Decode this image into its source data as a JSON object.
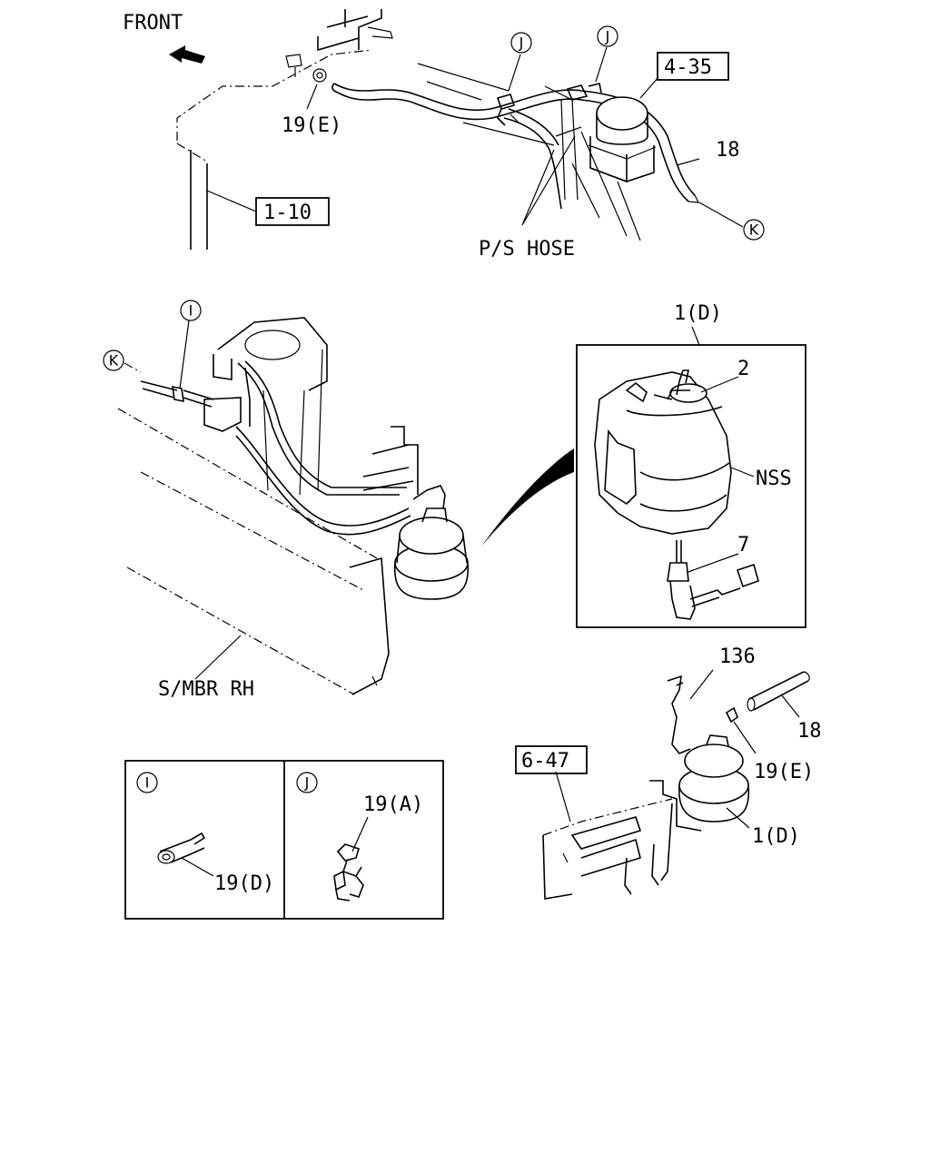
{
  "labels": {
    "front": "FRONT",
    "ref_1_10": "1-10",
    "ref_4_35": "4-35",
    "ref_6_47": "6-47",
    "p19e_top": "19(E)",
    "p18_top": "18",
    "ps_hose": "P/S HOSE",
    "p1d_top": "1(D)",
    "p2": "2",
    "nss": "NSS",
    "p7": "7",
    "smbr": "S/MBR RH",
    "p136": "136",
    "p18_bot": "18",
    "p19e_bot": "19(E)",
    "p1d_bot": "1(D)",
    "p19a": "19(A)",
    "p19d": "19(D)"
  },
  "callouts": {
    "j1": "J",
    "j2": "J",
    "k_top": "K",
    "i_mid": "I",
    "k_mid": "K",
    "i_box": "I",
    "j_box": "J"
  }
}
